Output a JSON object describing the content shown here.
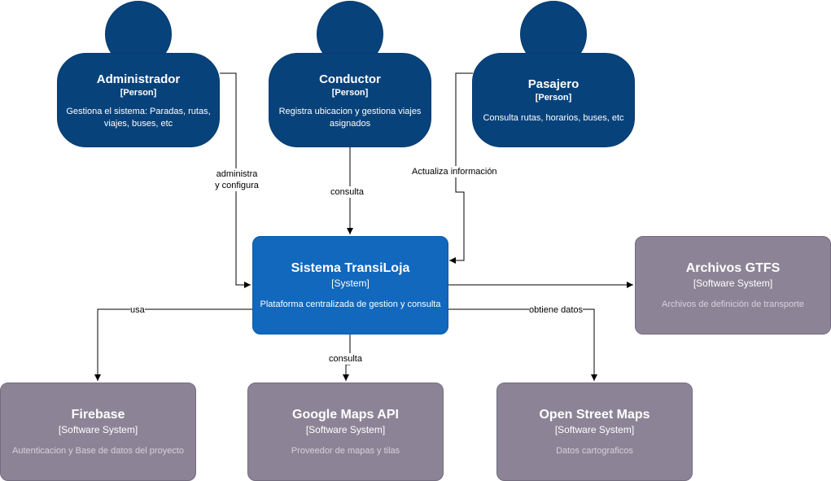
{
  "persons": [
    {
      "name": "Administrador",
      "type": "[Person]",
      "desc": "Gestiona el sistema: Paradas, rutas, viajes, buses, etc"
    },
    {
      "name": "Conductor",
      "type": "[Person]",
      "desc": "Registra ubicacion y gestiona viajes asignados"
    },
    {
      "name": "Pasajero",
      "type": "[Person]",
      "desc": "Consulta rutas, horarios, buses, etc"
    }
  ],
  "system": {
    "name": "Sistema TransiLoja",
    "type": "[System]",
    "desc": "Plataforma centralizada de gestion y consulta"
  },
  "externals": [
    {
      "name": "Archivos GTFS",
      "type": "[Software System]",
      "desc": "Archivos de definición de transporte"
    },
    {
      "name": "Firebase",
      "type": "[Software System]",
      "desc": "Autenticacion y Base de datos del proyecto"
    },
    {
      "name": "Google Maps API",
      "type": "[Software System]",
      "desc": "Proveedor de mapas y tilas"
    },
    {
      "name": "Open Street Maps",
      "type": "[Software System]",
      "desc": "Datos cartograficos"
    }
  ],
  "edges": [
    {
      "line1": "administra",
      "line2": "y configura"
    },
    {
      "label": "consulta"
    },
    {
      "label": "Actualiza información"
    },
    {
      "label": "usa"
    },
    {
      "label": "consulta"
    },
    {
      "label": "obtiene datos"
    }
  ],
  "colors": {
    "person": "#08427b",
    "system": "#1168bd",
    "external": "#8c8496"
  }
}
